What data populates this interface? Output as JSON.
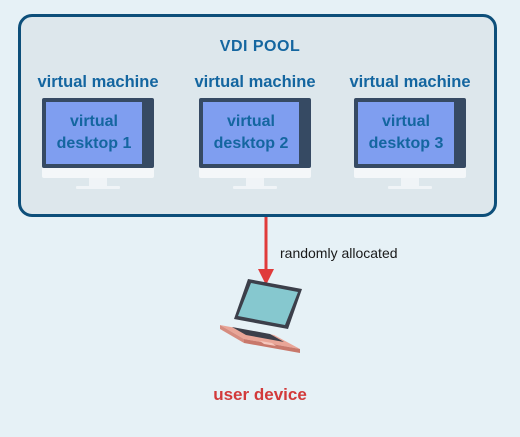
{
  "pool": {
    "title": "VDI POOL",
    "machines": [
      {
        "label": "virtual machine",
        "desktop": "virtual\ndesktop 1"
      },
      {
        "label": "virtual machine",
        "desktop": "virtual\ndesktop 2"
      },
      {
        "label": "virtual machine",
        "desktop": "virtual\ndesktop 3"
      }
    ]
  },
  "connection": {
    "label": "randomly allocated"
  },
  "device": {
    "label": "user device",
    "icon": "laptop-icon"
  },
  "colors": {
    "pool_border": "#0d4f7a",
    "label_blue": "#1466a0",
    "screen": "#7f9ef0",
    "monitor_frame": "#364a63",
    "arrow": "#e03b3b",
    "device_label": "#d23a3a"
  }
}
